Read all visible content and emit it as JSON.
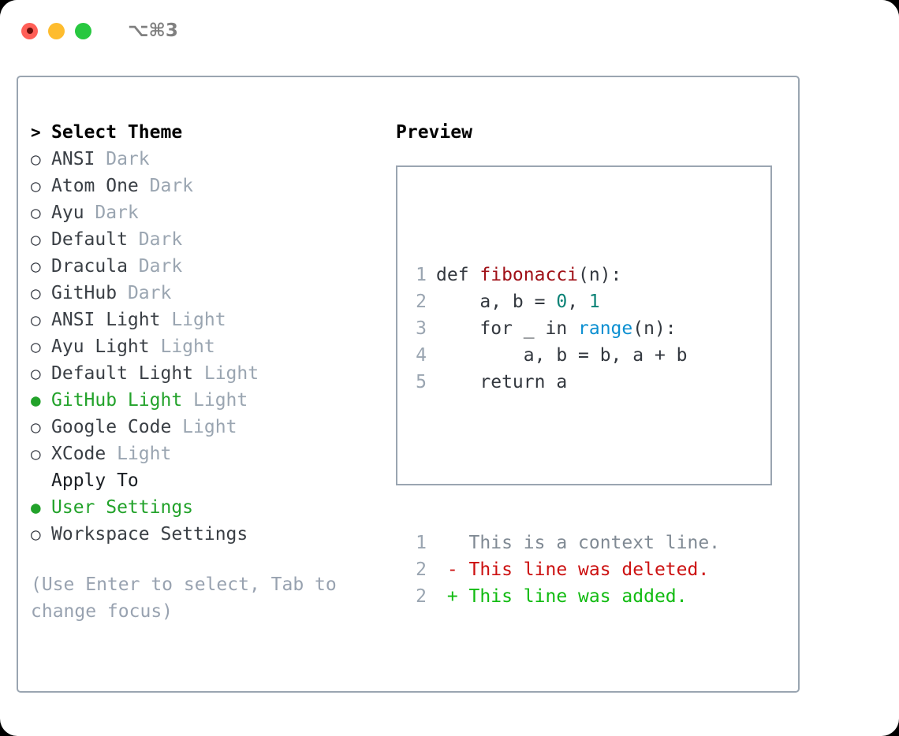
{
  "titlebar": {
    "traffic_lights": [
      "close-red",
      "minimize-yellow",
      "maximize-green"
    ],
    "shortcut": "⌥⌘3"
  },
  "left_panel": {
    "header": {
      "marker": ">",
      "label": "Select Theme"
    },
    "themes": [
      {
        "marker": "○",
        "name": "ANSI",
        "kind": "Dark",
        "selected": false
      },
      {
        "marker": "○",
        "name": "Atom One",
        "kind": "Dark",
        "selected": false
      },
      {
        "marker": "○",
        "name": "Ayu",
        "kind": "Dark",
        "selected": false
      },
      {
        "marker": "○",
        "name": "Default",
        "kind": "Dark",
        "selected": false
      },
      {
        "marker": "○",
        "name": "Dracula",
        "kind": "Dark",
        "selected": false
      },
      {
        "marker": "○",
        "name": "GitHub",
        "kind": "Dark",
        "selected": false
      },
      {
        "marker": "○",
        "name": "ANSI Light",
        "kind": "Light",
        "selected": false
      },
      {
        "marker": "○",
        "name": "Ayu Light",
        "kind": "Light",
        "selected": false
      },
      {
        "marker": "○",
        "name": "Default Light",
        "kind": "Light",
        "selected": false
      },
      {
        "marker": "●",
        "name": "GitHub Light",
        "kind": "Light",
        "selected": true
      },
      {
        "marker": "○",
        "name": "Google Code",
        "kind": "Light",
        "selected": false
      },
      {
        "marker": "○",
        "name": "XCode",
        "kind": "Light",
        "selected": false
      }
    ],
    "apply_to": {
      "header": "Apply To",
      "options": [
        {
          "marker": "●",
          "label": "User Settings",
          "selected": true
        },
        {
          "marker": "○",
          "label": "Workspace Settings",
          "selected": false
        }
      ]
    },
    "hint": "(Use Enter to select, Tab to change focus)"
  },
  "right_panel": {
    "title": "Preview",
    "code_lines": [
      {
        "num": "1",
        "tokens": [
          {
            "text": "def ",
            "type": "kw"
          },
          {
            "text": "fibonacci",
            "type": "fn"
          },
          {
            "text": "(n):",
            "type": "plain"
          }
        ]
      },
      {
        "num": "2",
        "tokens": [
          {
            "text": "    a, b = ",
            "type": "plain"
          },
          {
            "text": "0",
            "type": "num"
          },
          {
            "text": ", ",
            "type": "plain"
          },
          {
            "text": "1",
            "type": "num"
          }
        ]
      },
      {
        "num": "3",
        "tokens": [
          {
            "text": "    for _ in ",
            "type": "plain"
          },
          {
            "text": "range",
            "type": "call"
          },
          {
            "text": "(n):",
            "type": "plain"
          }
        ]
      },
      {
        "num": "4",
        "tokens": [
          {
            "text": "        a, b = b, a + b",
            "type": "plain"
          }
        ]
      },
      {
        "num": "5",
        "tokens": [
          {
            "text": "    return a",
            "type": "plain"
          }
        ]
      }
    ],
    "diff_lines": [
      {
        "num": "1",
        "sign": " ",
        "text": "This is a context line.",
        "kind": "context"
      },
      {
        "num": "2",
        "sign": "-",
        "text": "This line was deleted.",
        "kind": "deleted"
      },
      {
        "num": "2",
        "sign": "+",
        "text": "This line was added.",
        "kind": "added"
      }
    ]
  },
  "colors": {
    "accent_green": "#22a22a",
    "border": "#9aa5b1",
    "muted": "#9aa5b1",
    "diff_deleted": "#cc1111",
    "diff_added": "#11bb11",
    "syntax_function": "#a01118",
    "syntax_number": "#0b8276",
    "syntax_call": "#0b8fd1"
  }
}
